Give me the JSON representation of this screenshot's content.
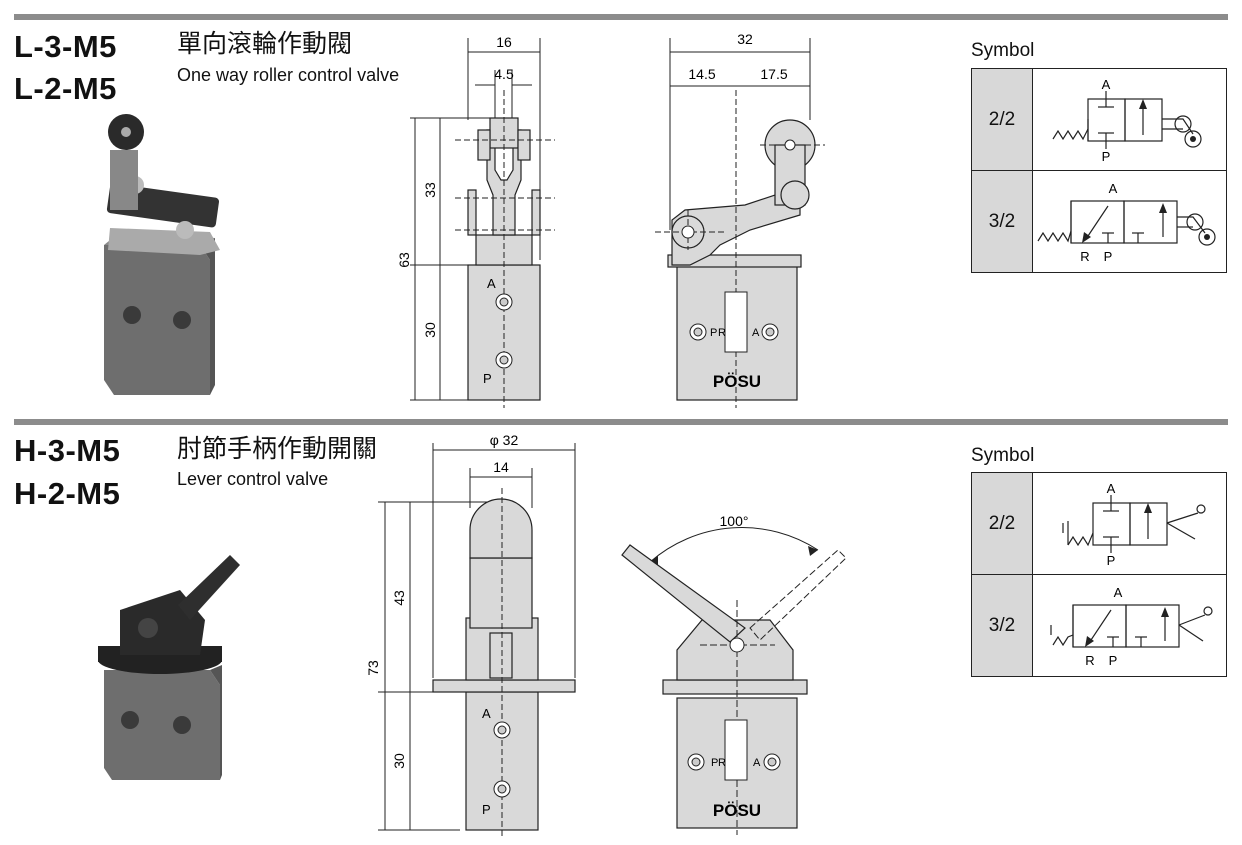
{
  "sections": [
    {
      "model_line1": "L-3-M5",
      "model_line2": "L-2-M5",
      "title_zh": "單向滾輪作動閥",
      "title_en": "One way roller control valve",
      "front_dims": {
        "width_top": "16",
        "width_inner": "4.5",
        "height_total": "63",
        "height_upper": "33",
        "height_lower": "30"
      },
      "side_dims": {
        "width_total": "32",
        "width_left": "14.5",
        "width_right": "17.5"
      },
      "port_labels": {
        "a": "A",
        "p": "P",
        "r": "R"
      },
      "brand": "PÖSU",
      "symbol_title": "Symbol",
      "symbols": [
        {
          "code": "2/2",
          "labels": [
            "A",
            "P"
          ]
        },
        {
          "code": "3/2",
          "labels": [
            "A",
            "R",
            "P"
          ]
        }
      ]
    },
    {
      "model_line1": "H-3-M5",
      "model_line2": "H-2-M5",
      "title_zh": "肘節手柄作動開關",
      "title_en": "Lever control valve",
      "front_dims": {
        "width_top": "φ 32",
        "width_inner": "14",
        "height_total": "73",
        "height_upper": "43",
        "height_lower": "30"
      },
      "side_dims": {
        "angle": "100°"
      },
      "port_labels": {
        "a": "A",
        "p": "P",
        "r": "R"
      },
      "brand": "PÖSU",
      "symbol_title": "Symbol",
      "symbols": [
        {
          "code": "2/2",
          "labels": [
            "A",
            "P"
          ]
        },
        {
          "code": "3/2",
          "labels": [
            "A",
            "R",
            "P"
          ]
        }
      ]
    }
  ],
  "colors": {
    "body_gray": "#d9d9d9",
    "rule_gray": "#8c8c8c",
    "product_dark": "#3c3c3c",
    "product_body": "#6e6e6e"
  }
}
